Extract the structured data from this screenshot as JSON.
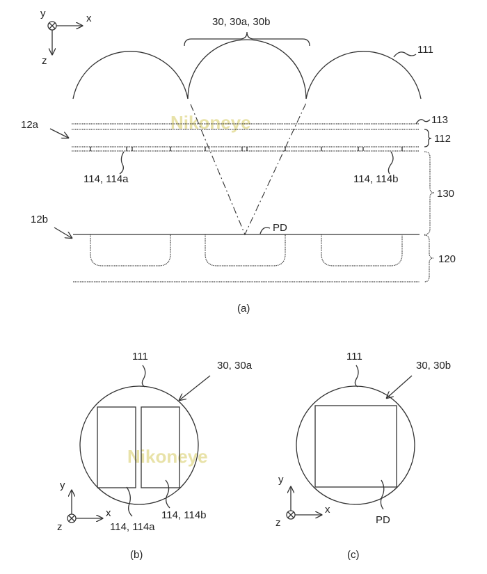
{
  "figure_a": {
    "caption": "(a)",
    "labels": {
      "microlens_group": "30, 30a, 30b",
      "microlens": "111",
      "layer_113": "113",
      "layer_112": "112",
      "surface_12a": "12a",
      "pixel_114a": "114, 114a",
      "pixel_114b": "114, 114b",
      "layer_130": "130",
      "surface_12b": "12b",
      "photodiode": "PD",
      "layer_120": "120"
    },
    "axes": {
      "y": "y",
      "x": "x",
      "z": "z"
    }
  },
  "figure_b": {
    "caption": "(b)",
    "labels": {
      "microlens": "111",
      "pixel": "30, 30a",
      "electrode_a": "114, 114a",
      "electrode_b": "114, 114b"
    },
    "axes": {
      "y": "y",
      "x": "x",
      "z": "z"
    }
  },
  "figure_c": {
    "caption": "(c)",
    "labels": {
      "microlens": "111",
      "pixel": "30, 30b",
      "photodiode": "PD"
    },
    "axes": {
      "y": "y",
      "x": "x",
      "z": "z"
    }
  },
  "watermark": "Nikoneye"
}
